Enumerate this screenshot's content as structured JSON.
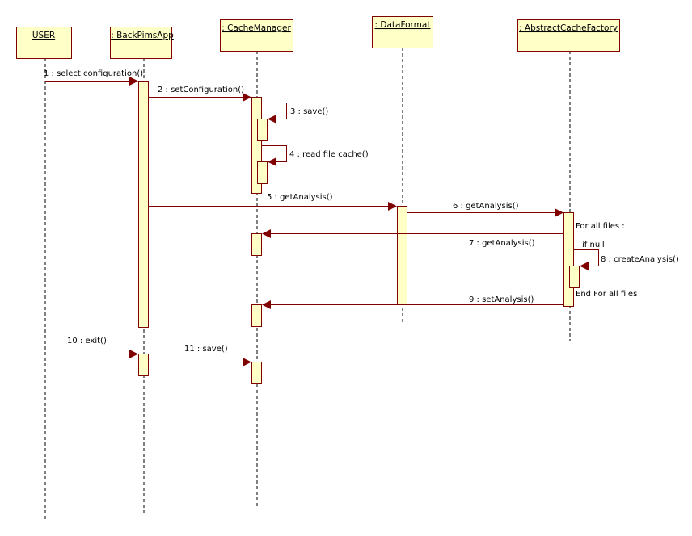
{
  "diagram": {
    "type": "UML sequence diagram",
    "colors": {
      "box_fill": "#ffffc8",
      "border": "#800000",
      "line": "#000000"
    },
    "lifelines": [
      {
        "id": "user",
        "label": "USER"
      },
      {
        "id": "app",
        "label": ": BackPimsApp"
      },
      {
        "id": "cache",
        "label": ": CacheManager"
      },
      {
        "id": "format",
        "label": ": DataFormat"
      },
      {
        "id": "factory",
        "label": ": AbstractCacheFactory"
      }
    ],
    "messages": [
      {
        "num": 1,
        "label": "1 : select configuration()",
        "from": "user",
        "to": "app"
      },
      {
        "num": 2,
        "label": "2 : setConfiguration()",
        "from": "app",
        "to": "cache"
      },
      {
        "num": 3,
        "label": "3 : save()",
        "from": "cache",
        "to": "cache"
      },
      {
        "num": 4,
        "label": "4 : read file cache()",
        "from": "cache",
        "to": "cache"
      },
      {
        "num": 5,
        "label": "5 : getAnalysis()",
        "from": "app",
        "to": "format"
      },
      {
        "num": 6,
        "label": "6 : getAnalysis()",
        "from": "format",
        "to": "factory"
      },
      {
        "num": 7,
        "label": "7 : getAnalysis()",
        "from": "factory",
        "to": "cache"
      },
      {
        "num": 8,
        "label": "8 : createAnalysis()",
        "from": "factory",
        "to": "factory"
      },
      {
        "num": 9,
        "label": "9 : setAnalysis()",
        "from": "factory",
        "to": "cache"
      },
      {
        "num": 10,
        "label": "10 : exit()",
        "from": "user",
        "to": "app"
      },
      {
        "num": 11,
        "label": "11 : save()",
        "from": "app",
        "to": "cache"
      }
    ],
    "notes": {
      "loop_start": "For all files :",
      "guard": "if null",
      "loop_end": "End For all files"
    }
  }
}
